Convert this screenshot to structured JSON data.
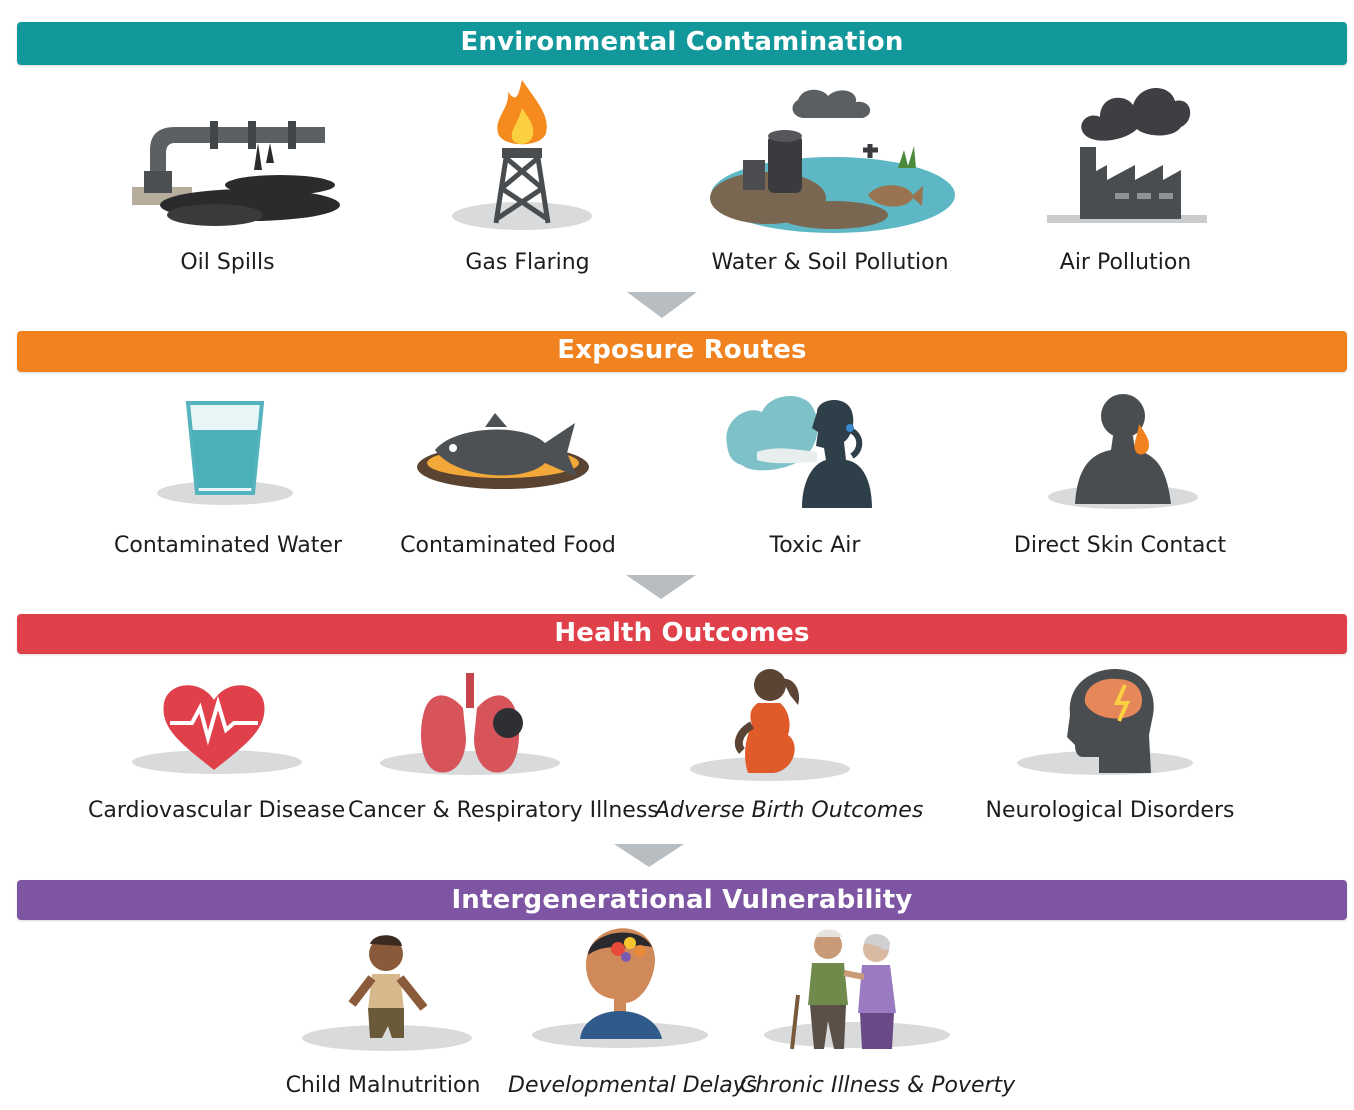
{
  "colors": {
    "contamination": "#12989a",
    "exposure": "#f08220",
    "health": "#e0404a",
    "vulnerability": "#7d55a3",
    "arrow": "#b8bdc2"
  },
  "sections": {
    "contamination": {
      "title": "Environmental Contamination",
      "items": [
        {
          "label": "Oil Spills",
          "icon": "oil-spill-pipe-icon"
        },
        {
          "label": "Gas Flaring",
          "icon": "gas-flare-tower-icon"
        },
        {
          "label": "Water & Soil Pollution",
          "icon": "polluted-water-icon"
        },
        {
          "label": "Air Pollution",
          "icon": "factory-smoke-icon"
        }
      ]
    },
    "exposure": {
      "title": "Exposure Routes",
      "items": [
        {
          "label": "Contaminated Water",
          "icon": "water-glass-icon"
        },
        {
          "label": "Contaminated Food",
          "icon": "fish-plate-icon"
        },
        {
          "label": "Toxic Air",
          "icon": "inhaling-person-icon"
        },
        {
          "label": "Direct Skin Contact",
          "icon": "skin-contact-icon"
        }
      ]
    },
    "health": {
      "title": "Health Outcomes",
      "items": [
        {
          "label": "Cardiovascular Disease",
          "icon": "heart-pulse-icon"
        },
        {
          "label": "Cancer & Respiratory Illness",
          "icon": "lungs-icon"
        },
        {
          "label": "Adverse Birth Outcomes",
          "icon": "pregnant-woman-icon"
        },
        {
          "label": "Neurological Disorders",
          "icon": "brain-head-icon"
        }
      ]
    },
    "vulnerability": {
      "title": "Intergenerational Vulnerability",
      "items": [
        {
          "label": "Child Malnutrition",
          "icon": "child-icon"
        },
        {
          "label": "Developmental Delays",
          "icon": "head-flowers-icon"
        },
        {
          "label": "Chronic Illness & Poverty",
          "icon": "elderly-couple-icon"
        }
      ]
    }
  }
}
